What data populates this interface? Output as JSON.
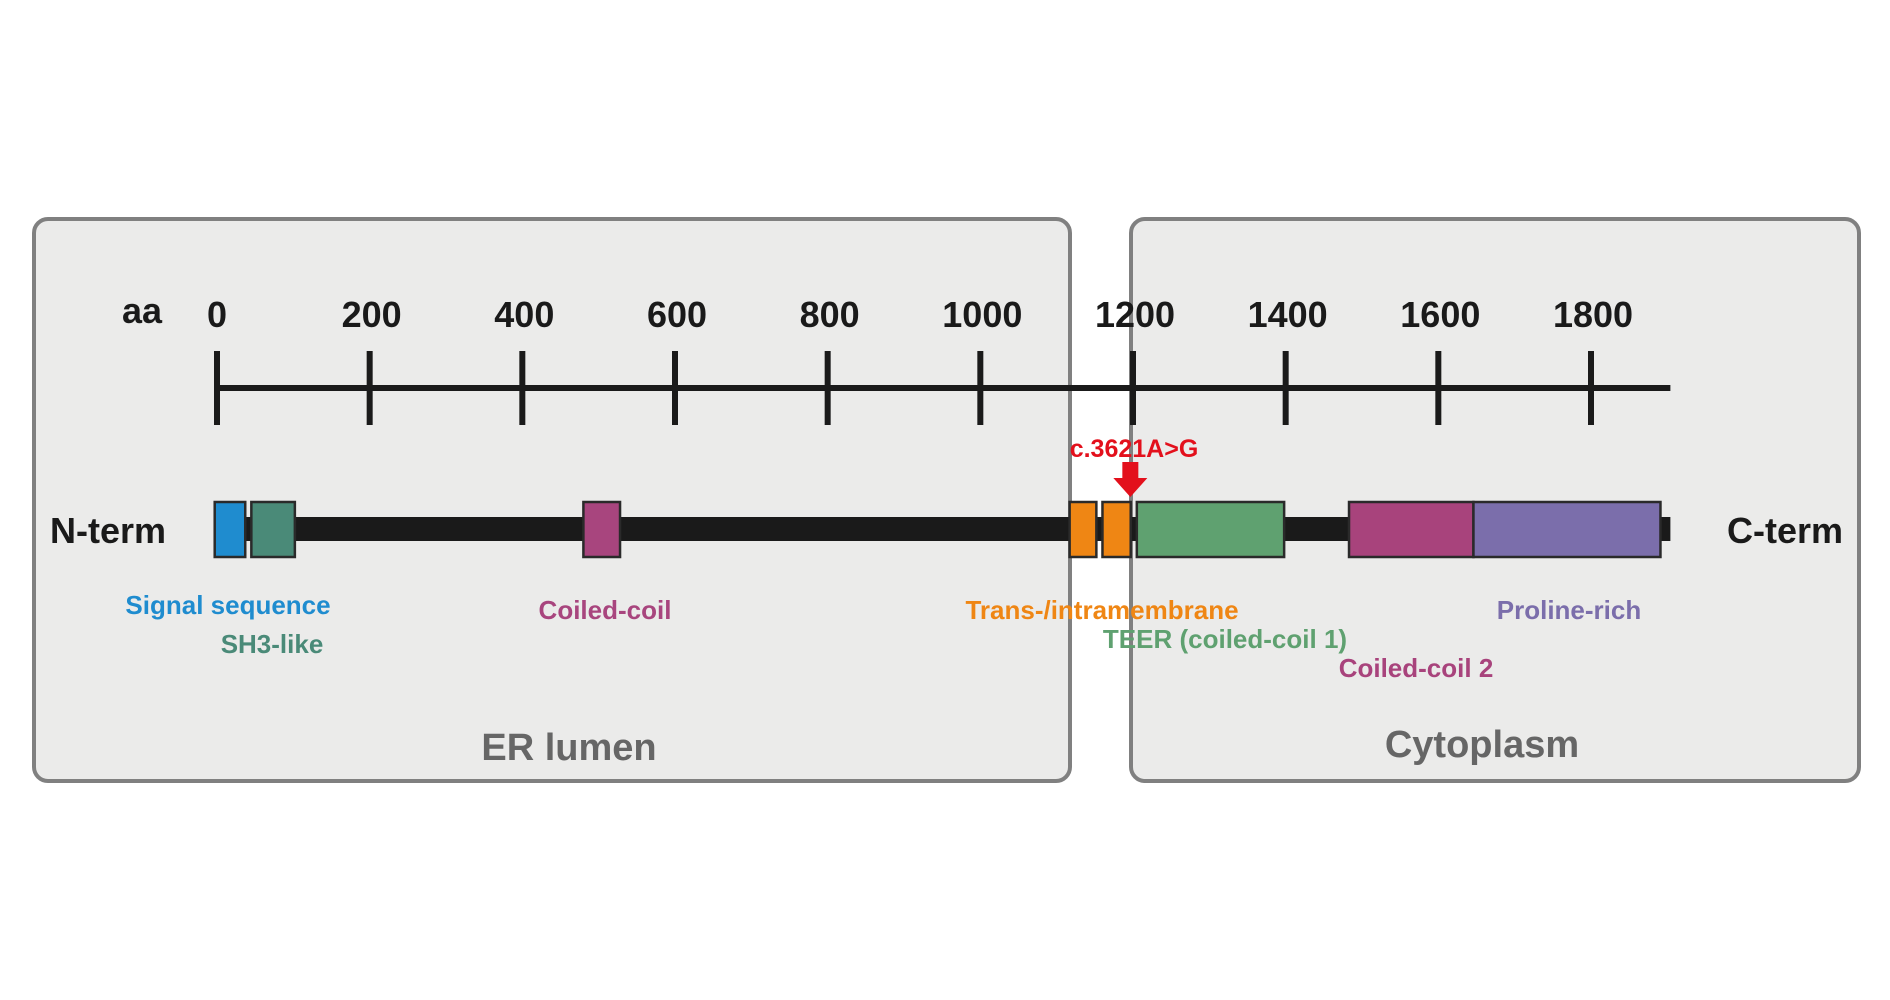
{
  "title": "Protein domain architecture",
  "axis": {
    "unit_label": "aa",
    "ticks": [
      0,
      200,
      400,
      600,
      800,
      1000,
      1200,
      1400,
      1600,
      1800
    ],
    "length_aa": 1904
  },
  "termini": {
    "n": "N-term",
    "c": "C-term"
  },
  "compartments": [
    {
      "id": "er-lumen",
      "label": "ER lumen"
    },
    {
      "id": "cytoplasm",
      "label": "Cytoplasm"
    }
  ],
  "domains": [
    {
      "id": "signal-sequence",
      "label": "Signal sequence",
      "start": -3,
      "end": 37,
      "color": "#1f8ccf",
      "label_color": "#1f8ccf"
    },
    {
      "id": "sh3-like",
      "label": "SH3-like",
      "start": 45,
      "end": 102,
      "color": "#4a8a78",
      "label_color": "#4a8a78"
    },
    {
      "id": "coiled-coil",
      "label": "Coiled-coil",
      "start": 480,
      "end": 528,
      "color": "#a8457e",
      "label_color": "#a8457e"
    },
    {
      "id": "transmembrane-1",
      "label": "Trans-/intramembrane",
      "start": 1117,
      "end": 1152,
      "color": "#ef8614",
      "label_color": "#ef8614"
    },
    {
      "id": "transmembrane-2",
      "label": "",
      "start": 1160,
      "end": 1197,
      "color": "#ef8614",
      "label_color": "#ef8614"
    },
    {
      "id": "teer",
      "label": "TEER (coiled-coil 1)",
      "start": 1205,
      "end": 1398,
      "color": "#5fa170",
      "label_color": "#5fa170"
    },
    {
      "id": "coiled-coil-2",
      "label": "Coiled-coil 2",
      "start": 1483,
      "end": 1646,
      "color": "#a8437c",
      "label_color": "#a8437c"
    },
    {
      "id": "proline-rich",
      "label": "Proline-rich",
      "start": 1646,
      "end": 1891,
      "color": "#7b6eab",
      "label_color": "#7b6eab"
    }
  ],
  "mutation": {
    "label": "c.3621A>G",
    "position_aa": 1207,
    "color": "#e3101c"
  },
  "colors": {
    "backbone": "#1a1a1a",
    "compartment_fill": "#ebebea",
    "compartment_border": "#808080",
    "compartment_label": "#666666"
  }
}
